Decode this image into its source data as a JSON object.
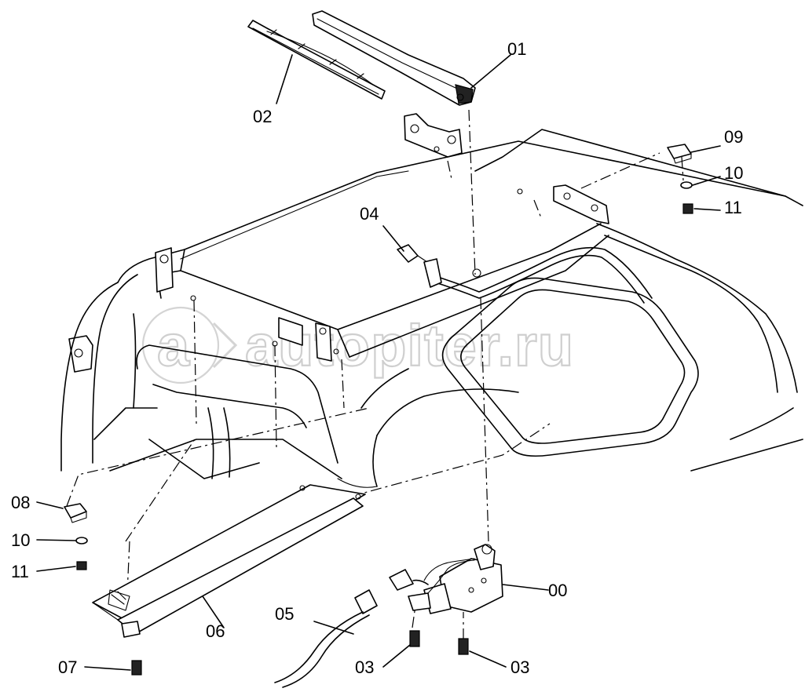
{
  "diagram": {
    "callouts": {
      "c00": "00",
      "c01": "01",
      "c02": "02",
      "c03a": "03",
      "c03b": "03",
      "c04": "04",
      "c05": "05",
      "c06": "06",
      "c07": "07",
      "c08": "08",
      "c09": "09",
      "c10a": "10",
      "c10b": "10",
      "c11a": "11",
      "c11b": "11"
    },
    "watermark": "autopiter.ru"
  }
}
